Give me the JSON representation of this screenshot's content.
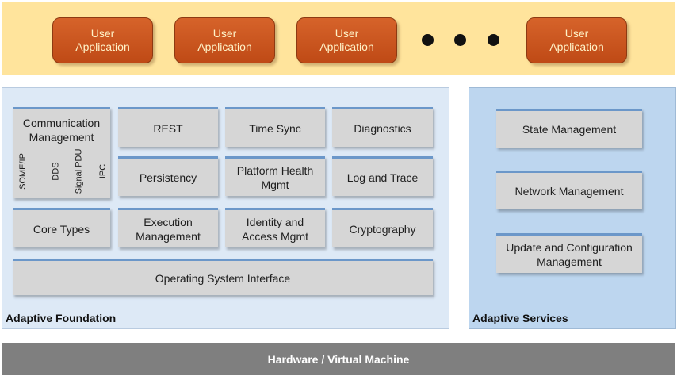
{
  "applications": {
    "items": [
      {
        "label": "User\nApplication"
      },
      {
        "label": "User\nApplication"
      },
      {
        "label": "User\nApplication"
      },
      {
        "label": "User\nApplication"
      }
    ]
  },
  "foundation": {
    "title": "Adaptive Foundation",
    "communication": {
      "label": "Communication\nManagement",
      "protocols": [
        "SOME/IP",
        "DDS",
        "Signal PDU",
        "IPC"
      ]
    },
    "blocks": {
      "rest": "REST",
      "time_sync": "Time Sync",
      "diagnostics": "Diagnostics",
      "persistency": "Persistency",
      "platform_health": "Platform Health\nMgmt",
      "log_trace": "Log and Trace",
      "core_types": "Core Types",
      "execution": "Execution\nManagement",
      "identity": "Identity and\nAccess Mgmt",
      "cryptography": "Cryptography",
      "os_interface": "Operating System Interface"
    }
  },
  "services": {
    "title": "Adaptive Services",
    "blocks": {
      "state": "State Management",
      "network": "Network Management",
      "update": "Update and Configuration\nManagement"
    }
  },
  "hardware": {
    "label": "Hardware / Virtual Machine"
  },
  "colors": {
    "app_band": "#ffe49c",
    "app_box": "#c9521c",
    "foundation_bg": "#dde9f6",
    "services_bg": "#bdd6ef",
    "block_bg": "#d6d6d6",
    "block_top_border": "#6b97c9",
    "hardware_bg": "#7f7f7f"
  }
}
